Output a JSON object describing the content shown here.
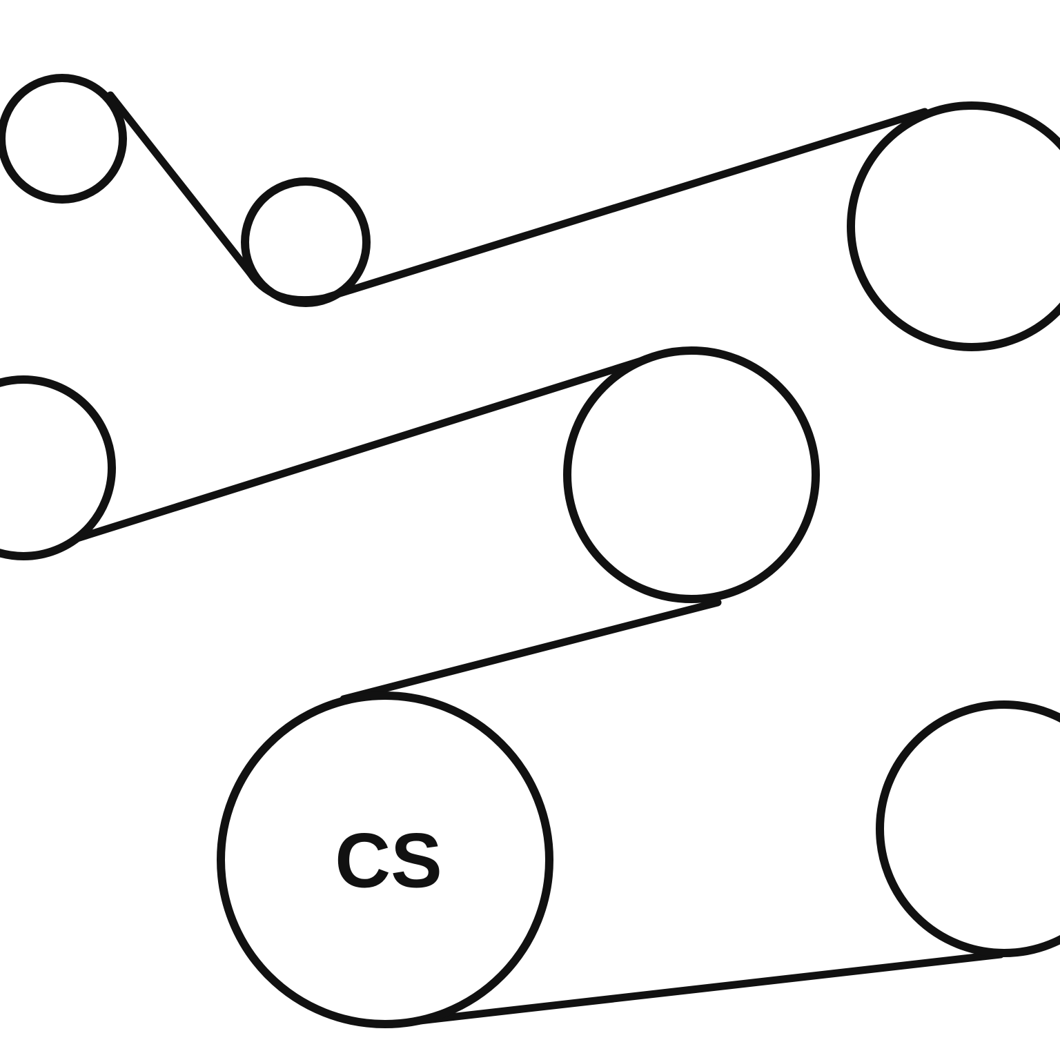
{
  "diagram": {
    "pulleys": [
      {
        "id": "pulley-top-left",
        "label": ""
      },
      {
        "id": "pulley-idler",
        "label": ""
      },
      {
        "id": "pulley-top-right",
        "label": ""
      },
      {
        "id": "pulley-mid-left",
        "label": ""
      },
      {
        "id": "pulley-center",
        "label": ""
      },
      {
        "id": "pulley-crankshaft",
        "label": "CS"
      },
      {
        "id": "pulley-bottom-right",
        "label": ""
      }
    ],
    "colors": {
      "stroke": "#111111",
      "background": "#ffffff"
    }
  }
}
